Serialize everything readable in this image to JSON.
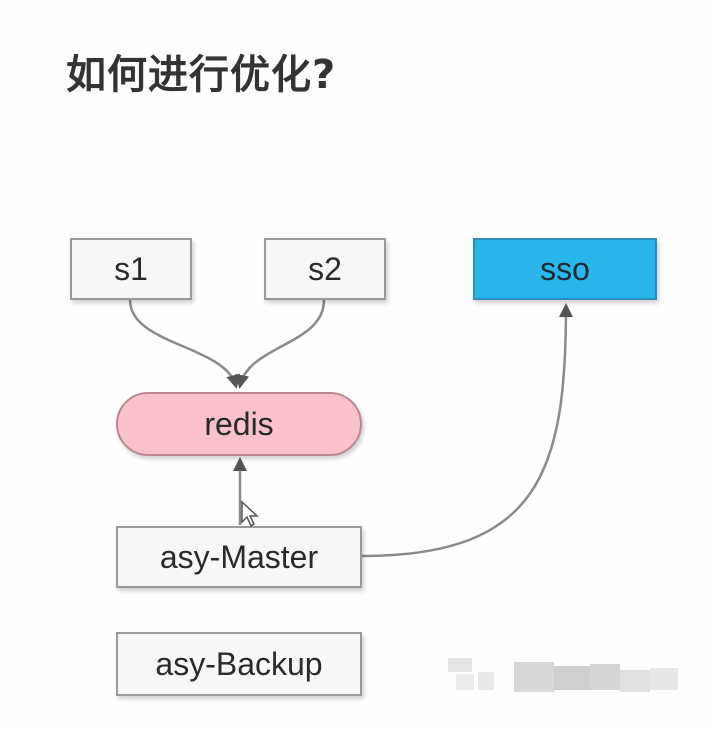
{
  "title": "如何进行优化?",
  "nodes": {
    "s1": "s1",
    "s2": "s2",
    "sso": "sso",
    "redis": "redis",
    "asy_master": "asy-Master",
    "asy_backup": "asy-Backup"
  },
  "edges": [
    {
      "from": "s1",
      "to": "redis"
    },
    {
      "from": "s2",
      "to": "redis"
    },
    {
      "from": "asy-Master",
      "to": "redis"
    },
    {
      "from": "asy-Master",
      "to": "sso"
    }
  ],
  "colors": {
    "sso_fill": "#29b6ea",
    "redis_fill": "#f9c1cb",
    "box_fill": "#f7f7f7",
    "edge": "#8a8a8a"
  }
}
